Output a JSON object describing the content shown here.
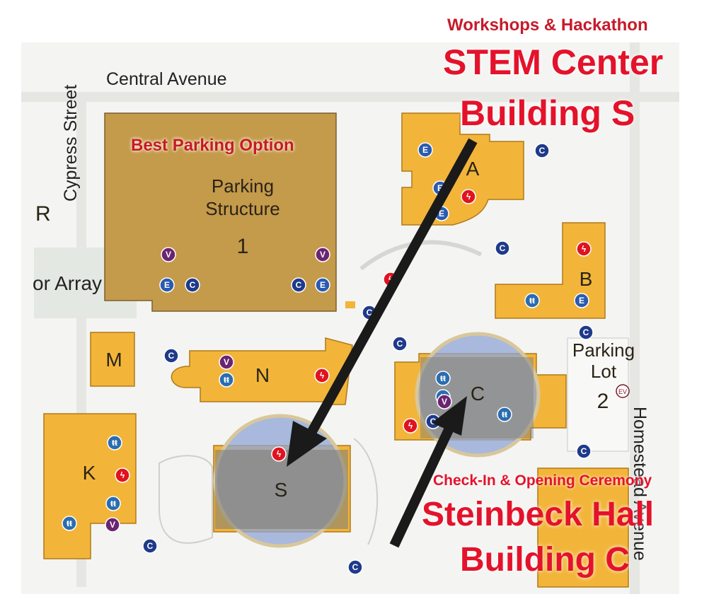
{
  "streets": {
    "central_avenue": "Central Avenue",
    "cypress_street": "Cypress Street",
    "homestead_avenue": "Homestead Avenue"
  },
  "areas": {
    "solar_array": "or Array",
    "left_r": "R"
  },
  "buildings": {
    "parking_structure_line1": "Parking",
    "parking_structure_line2": "Structure",
    "parking_structure_number": "1",
    "a": "A",
    "b": "B",
    "c": "C",
    "k": "K",
    "m": "M",
    "n": "N",
    "s": "S",
    "parking_lot_line1": "Parking",
    "parking_lot_line2": "Lot",
    "parking_lot_number": "2",
    "ev": "EV"
  },
  "callouts": {
    "best_parking": "Best Parking Option",
    "workshops": "Workshops & Hackathon",
    "stem_line1": "STEM Center",
    "stem_line2": "Building S",
    "checkin": "Check-In & Opening Ceremony",
    "steinbeck_line1": "Steinbeck Hall",
    "steinbeck_line2": "Building C"
  },
  "icon_glyphs": {
    "c": "C",
    "e": "E",
    "v": "V",
    "r": "ϟ",
    "t": "ŧŧ"
  },
  "colors": {
    "building": "#f2b53a",
    "parking_structure": "#c49a4b",
    "highlight_fill": "#8fa6d6",
    "highlight_ring": "#d8c79b",
    "arrow": "#1a1a1a",
    "callout_red": "#e4122b"
  }
}
